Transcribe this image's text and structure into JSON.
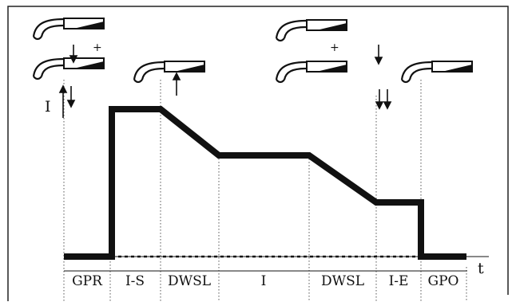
{
  "diagram": {
    "axis": {
      "y_label": "I",
      "x_label": "t"
    },
    "phases": [
      {
        "id": "gpr",
        "label": "GPR"
      },
      {
        "id": "i-s",
        "label": "I-S"
      },
      {
        "id": "dwsl1",
        "label": "DWSL"
      },
      {
        "id": "i",
        "label": "I"
      },
      {
        "id": "dwsl2",
        "label": "DWSL"
      },
      {
        "id": "i-e",
        "label": "I-E"
      },
      {
        "id": "gpo",
        "label": "GPO"
      }
    ],
    "plus_signs": [
      "+",
      "+"
    ],
    "colors": {
      "line": "#111111",
      "frame": "#222222",
      "guide": "#555555",
      "background": "#ffffff"
    },
    "icons": [
      "welding-torch-icon",
      "trigger-arrow-icon"
    ]
  }
}
